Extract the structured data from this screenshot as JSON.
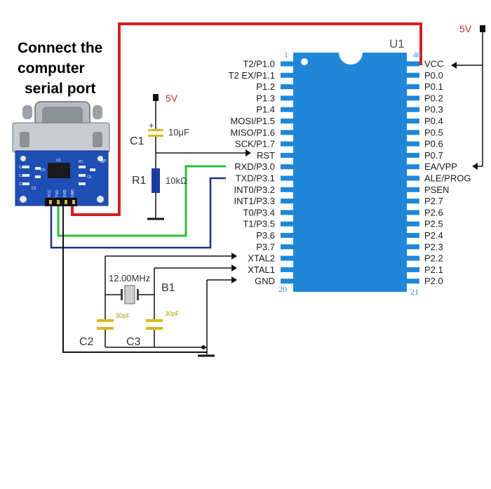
{
  "caption": {
    "line1": "Connect the",
    "line2": "computer",
    "line3": "serial port"
  },
  "chip": {
    "ref": "U1",
    "pin_1": "1",
    "pin_20": "20",
    "pin_21": "21",
    "pin_40": "40",
    "left_pins": [
      "T2/P1.0",
      "T2 EX/P1.1",
      "P1.2",
      "P1.3",
      "P1.4",
      "MOSI/P1.5",
      "MISO/P1.6",
      "SCK/P1.7",
      "RST",
      "RXD/P3.0",
      "TXD/P3.1",
      "INT0/P3.2",
      "INT1/P3.3",
      "T0/P3.4",
      "T1/P3.5",
      "P3.6",
      "P3.7",
      "XTAL2",
      "XTAL1",
      "GND"
    ],
    "right_pins": [
      "VCC",
      "P0.0",
      "P0.1",
      "P0.2",
      "P0.3",
      "P0.4",
      "P0.5",
      "P0.6",
      "P0.7",
      "EA/VPP",
      "ALE/PROG",
      "PSEN",
      "P2.7",
      "P2.6",
      "P2.5",
      "P2.4",
      "P2.3",
      "P2.2",
      "P2.1",
      "P2.0"
    ]
  },
  "power": {
    "vcc_right": "5V",
    "vcc_reset": "5V"
  },
  "components": {
    "c1_ref": "C1",
    "c1_value": "10μF",
    "c1_plus": "+",
    "r1_ref": "R1",
    "r1_value": "10kΩ",
    "b1_ref": "B1",
    "crystal_value": "12.00MHz",
    "c2_ref": "C2",
    "c3_ref": "C3",
    "c2_value": "30pF",
    "c3_value": "30pF"
  },
  "module": {
    "label_9p": "9P",
    "pcb_labels": [
      "C4",
      "C3",
      "C1",
      "C2",
      "C5",
      "U1",
      "R1",
      "C6",
      "VCC",
      "TXD",
      "RXD",
      "GND"
    ]
  },
  "colors": {
    "chip": "#1f86d8",
    "wire_red": "#d21f1f",
    "wire_green": "#27c23a",
    "wire_blue": "#1d2e8c",
    "wire_black": "#111111",
    "resistor": "#1b3c9e",
    "capacitor": "#d9b816",
    "pcb": "#1f4fb5",
    "power_label": "#c03030",
    "pin_number": "#3a8ad8"
  }
}
